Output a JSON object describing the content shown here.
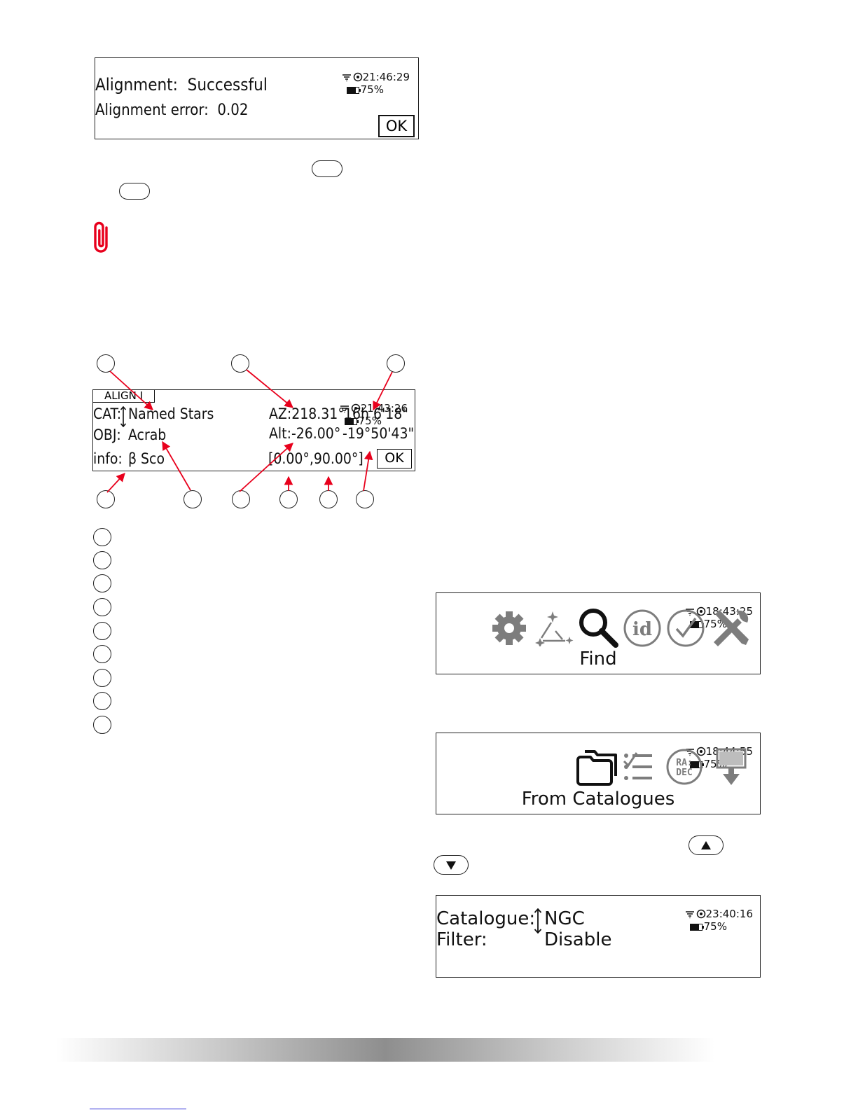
{
  "screen1": {
    "time": "21:46:29",
    "battery": "75%",
    "line1": "Alignment:  Successful",
    "line2": "Alignment error:  0.02",
    "ok_label": "OK"
  },
  "screen2": {
    "tag": "ALIGN I",
    "time": "21:43:26",
    "battery": "75%",
    "cat_label": "CAT:",
    "cat_value": "Named Stars",
    "obj_label": "OBJ:",
    "obj_value": "Acrab",
    "info_label": "info:",
    "info_value": "β Sco",
    "az": "AZ:218.31°",
    "ra": "16h 6'18\"",
    "alt": "Alt:-26.00°",
    "dec": "-19°50'43\"",
    "range": "[0.00°,90.00°]",
    "ok_label": "OK"
  },
  "screen3": {
    "time": "18:43:25",
    "battery": "75%",
    "label": "Find",
    "icons": [
      "gear-icon",
      "align-stars-icon",
      "search-icon",
      "id-icon",
      "check-icon",
      "tools-icon"
    ]
  },
  "screen4": {
    "time": "18:44:55",
    "battery": "75%",
    "label": "From Catalogues",
    "icons": [
      "folder-icon",
      "checklist-icon",
      "ra-dec-icon",
      "download-icon"
    ],
    "radec_line1": "RA:",
    "radec_line2": "DEC"
  },
  "screen5": {
    "time": "23:40:16",
    "battery": "75%",
    "catalogue_label": "Catalogue:",
    "catalogue_value": "NGC",
    "filter_label": "Filter:",
    "filter_value": "Disable"
  },
  "colors": {
    "accent_red": "#e8001c",
    "icon_gray": "#7d7d7d"
  }
}
